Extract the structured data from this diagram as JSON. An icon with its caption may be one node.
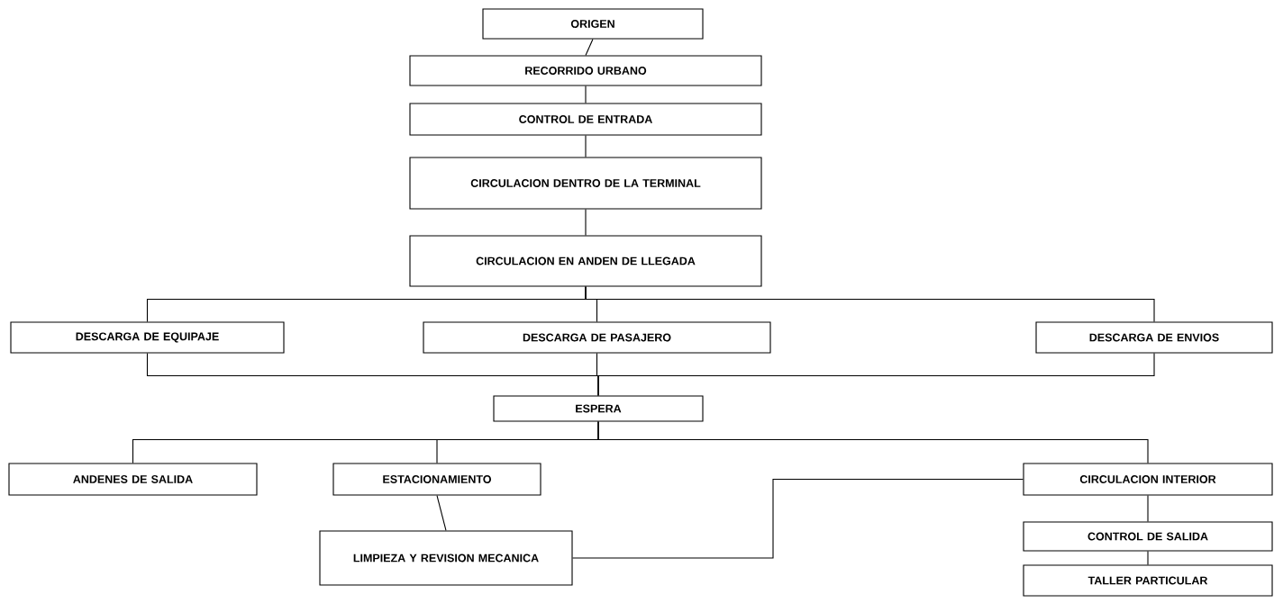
{
  "diagram": {
    "nodes": [
      {
        "text": [
          "ORIGEN"
        ]
      },
      {
        "text": [
          "RECORRIDO URBANO"
        ]
      },
      {
        "text": [
          "CONTROL DE ENTRADA"
        ]
      },
      {
        "text": [
          "CIRCULACION DENTRO DE LA TERMINAL"
        ]
      },
      {
        "text": [
          "CIRCULACION EN ANDEN DE LLEGADA"
        ]
      },
      {
        "text": [
          "DESCARGA DE EQUIPAJE"
        ]
      },
      {
        "text": [
          "DESCARGA DE PASAJERO"
        ]
      },
      {
        "text": [
          "DESCARGA DE ENVIOS"
        ]
      },
      {
        "text": [
          "ESPERA"
        ]
      },
      {
        "text": [
          "ANDENES DE SALIDA"
        ]
      },
      {
        "text": [
          "ESTACIONAMIENTO"
        ]
      },
      {
        "text": [
          "CIRCULACION INTERIOR"
        ]
      },
      {
        "text": [
          "LIMPIEZA Y REVISION MECANICA"
        ]
      },
      {
        "text": [
          "CONTROL DE SALIDA"
        ]
      },
      {
        "text": [
          "TALLER PARTICULAR"
        ]
      }
    ],
    "edges": [
      {
        "from": 0,
        "to": 1,
        "arrow": "none"
      },
      {
        "from": 1,
        "to": 2,
        "arrow": "none"
      },
      {
        "from": 2,
        "to": 3,
        "arrow": "none"
      },
      {
        "from": 3,
        "to": 4,
        "arrow": "none"
      },
      {
        "from": 4,
        "to": 5,
        "arrow": "none"
      },
      {
        "from": 4,
        "to": 6,
        "arrow": "none"
      },
      {
        "from": 4,
        "to": 7,
        "arrow": "none"
      },
      {
        "from": 5,
        "to": 8,
        "arrow": "none"
      },
      {
        "from": 6,
        "to": 8,
        "arrow": "none"
      },
      {
        "from": 7,
        "to": 8,
        "arrow": "none"
      },
      {
        "from": 8,
        "to": 9,
        "arrow": "none"
      },
      {
        "from": 8,
        "to": 10,
        "arrow": "none"
      },
      {
        "from": 8,
        "to": 11,
        "arrow": "none"
      },
      {
        "from": 10,
        "to": 12,
        "arrow": "none"
      },
      {
        "from": 12,
        "to": 11,
        "arrow": "none"
      },
      {
        "from": 11,
        "to": 13,
        "arrow": "none"
      },
      {
        "from": 13,
        "to": 14,
        "arrow": "none"
      }
    ]
  }
}
